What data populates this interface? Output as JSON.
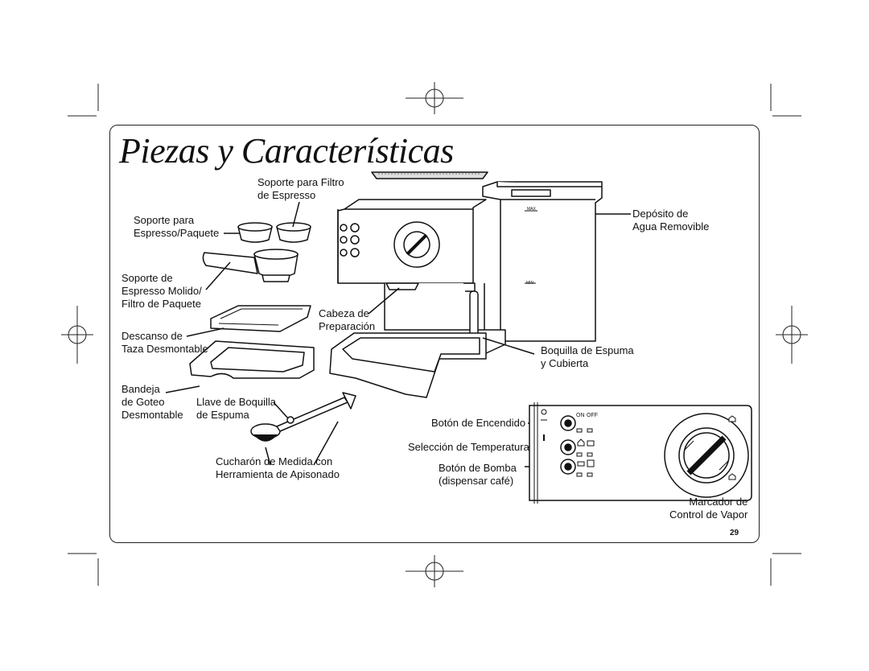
{
  "page": {
    "title": "Piezas y Características",
    "page_number": "29"
  },
  "labels": {
    "soporte_filtro_espresso": [
      "Soporte para Filtro",
      "de Espresso"
    ],
    "soporte_espresso_paquete": [
      "Soporte para",
      "Espresso/Paquete"
    ],
    "soporte_espresso_molido": [
      "Soporte de",
      "Espresso Molido/",
      "Filtro de Paquete"
    ],
    "descanso_taza": [
      "Descanso de",
      "Taza Desmontable"
    ],
    "bandeja_goteo": [
      "Bandeja",
      "de Goteo",
      "Desmontable"
    ],
    "llave_boquilla": [
      "Llave de Boquilla",
      "de Espuma"
    ],
    "cucharon": [
      "Cucharón de Medida con",
      "Herramienta de Apisonado"
    ],
    "cabeza_preparacion": [
      "Cabeza de",
      "Preparación"
    ],
    "deposito_agua": [
      "Depósito de",
      "Agua Removible"
    ],
    "boquilla_espuma": [
      "Boquilla de Espuma",
      "y Cubierta"
    ],
    "boton_encendido": "Botón de Encendido",
    "seleccion_temperatura": "Selección de Temperatura",
    "boton_bomba": [
      "Botón de Bomba",
      "(dispensar café)"
    ],
    "marcador_vapor": [
      "Marcador de",
      "Control de Vapor"
    ]
  },
  "panel_text": {
    "on": "ON",
    "off": "OFF",
    "max": "MAX",
    "min": "MIN"
  }
}
